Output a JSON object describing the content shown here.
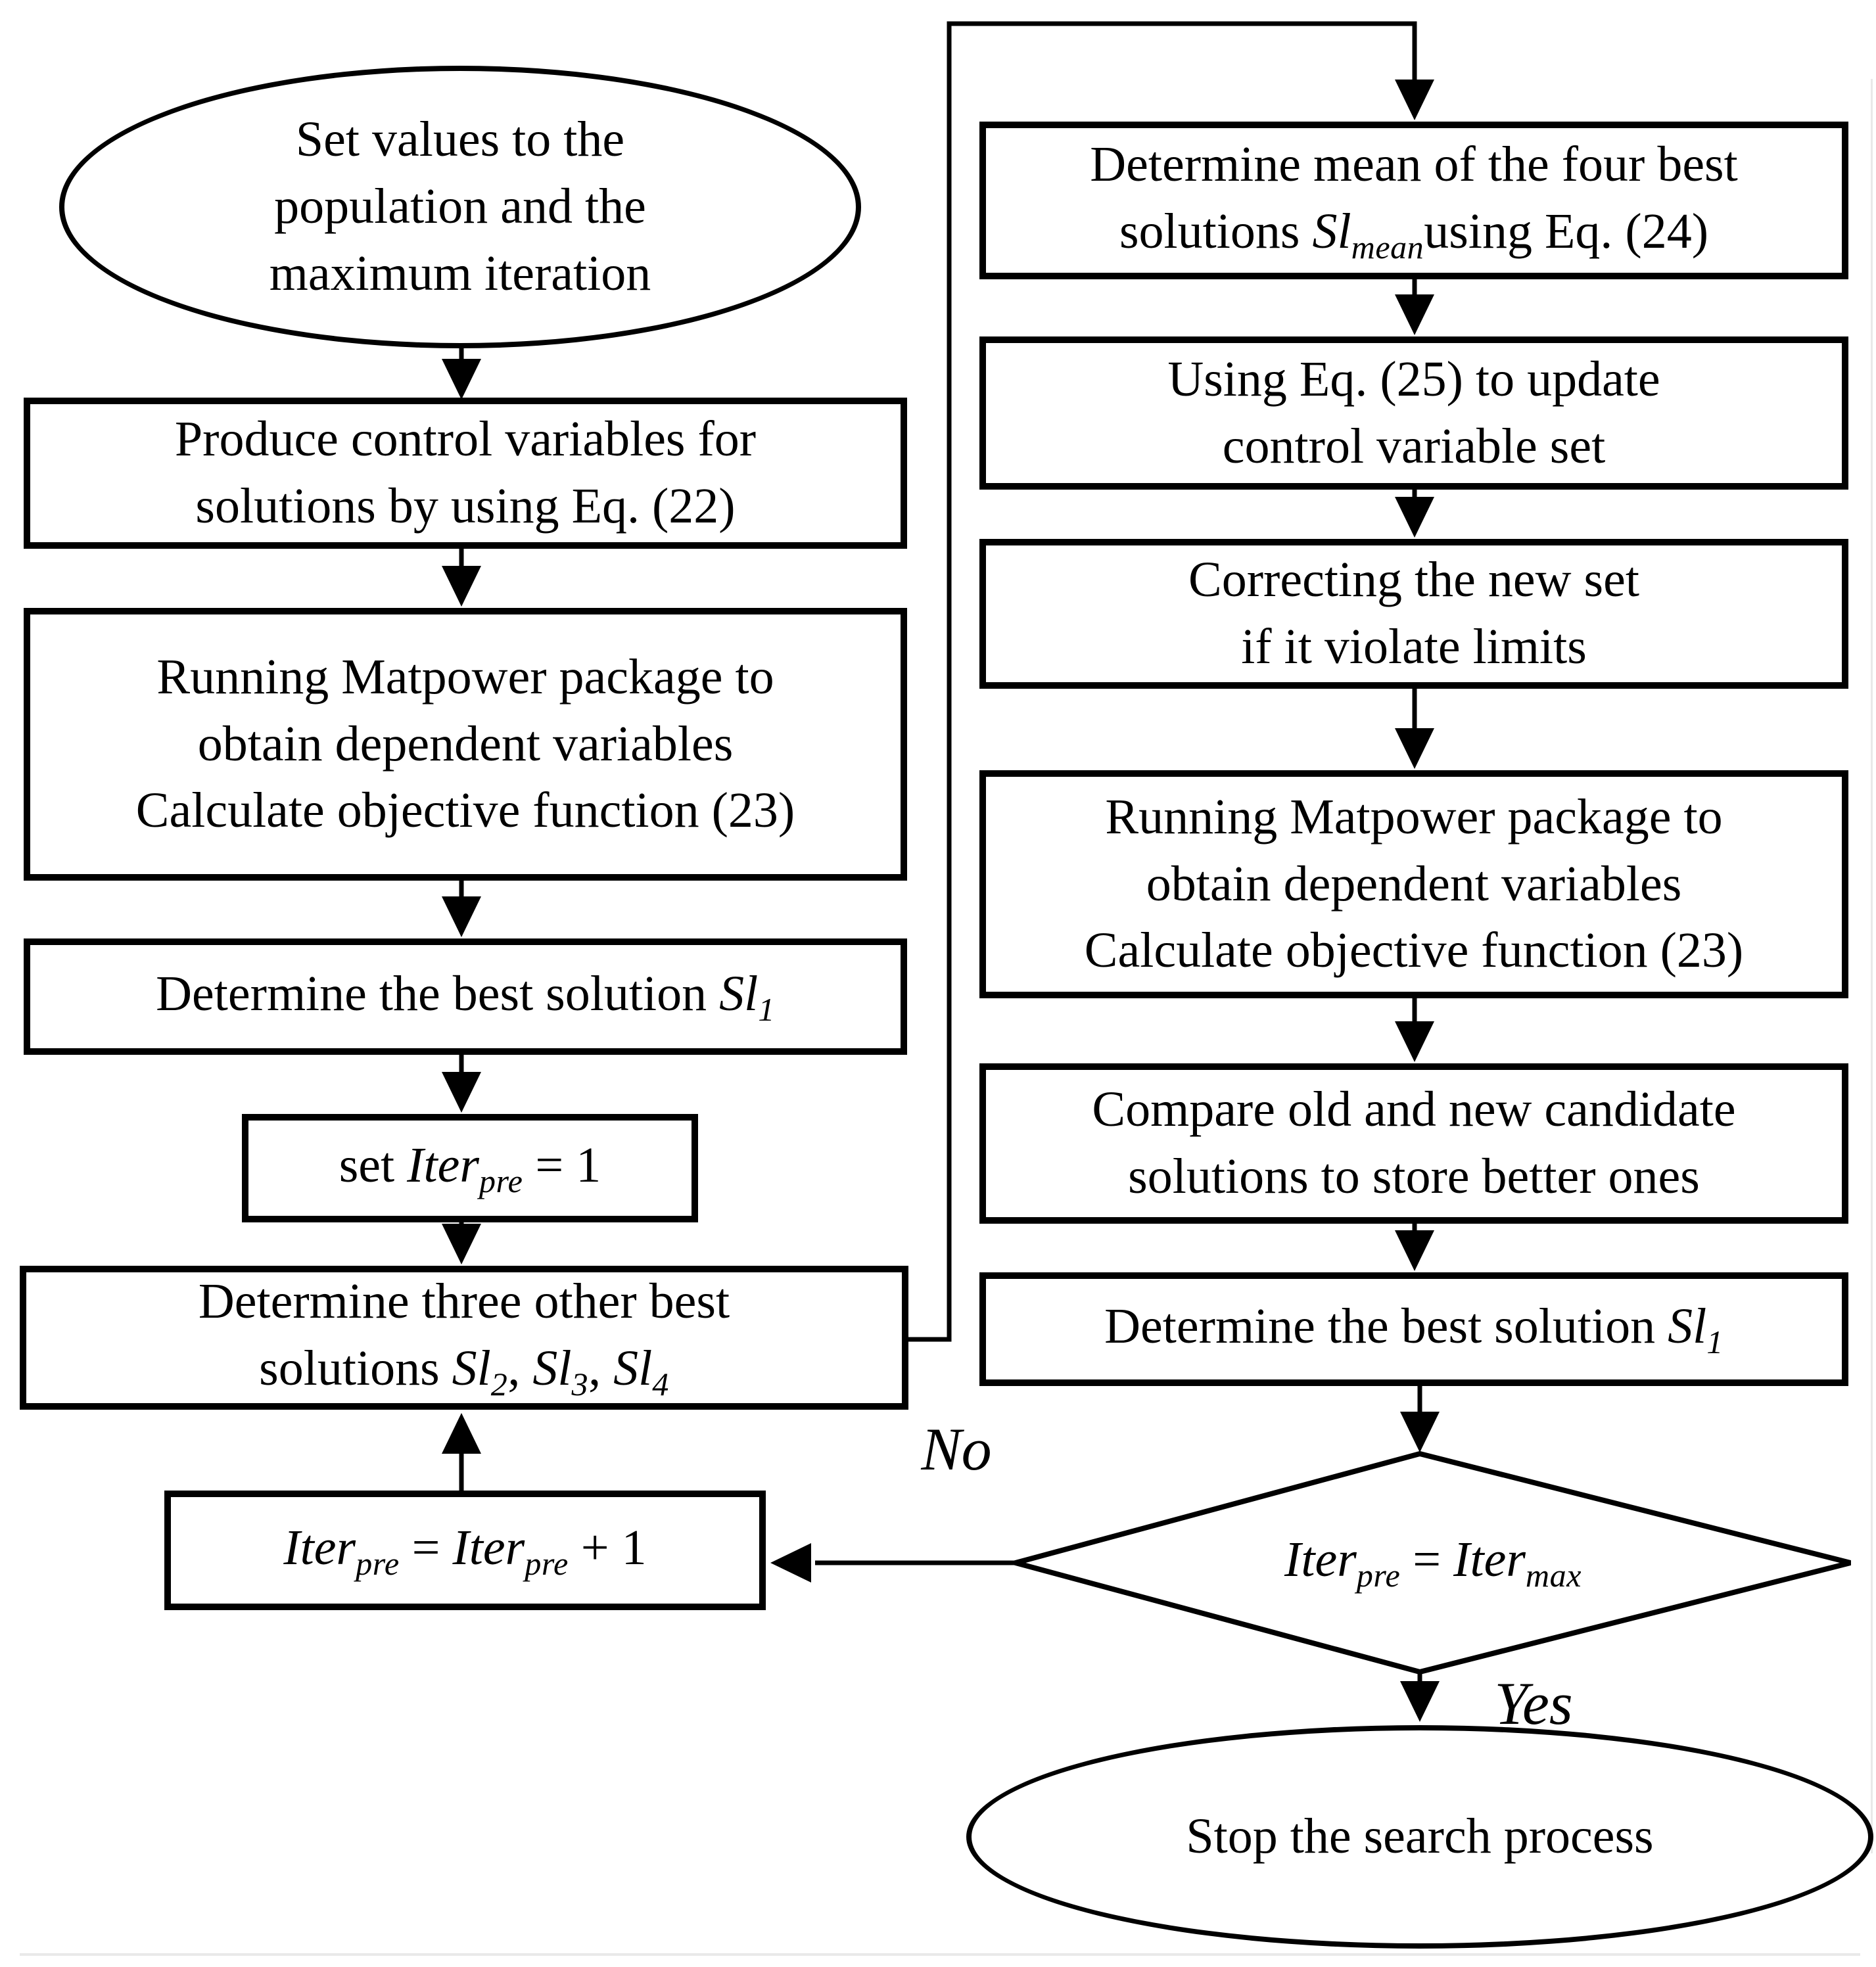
{
  "figure": {
    "type": "flowchart",
    "background_color": "#ffffff",
    "line_color": "#000000",
    "text_color": "#000000"
  },
  "labels": {
    "no": "No",
    "yes": "Yes"
  },
  "nodes": {
    "start": {
      "shape": "terminator",
      "lines": [
        "Set values to the",
        "population and the",
        "maximum iteration"
      ]
    },
    "produce": {
      "shape": "process",
      "lines": [
        "Produce control variables for",
        "solutions by using Eq. (22)"
      ]
    },
    "run_initial": {
      "shape": "process",
      "lines": [
        "Running Matpower package to",
        "obtain dependent variables",
        "Calculate objective function (23)"
      ]
    },
    "best_initial": {
      "shape": "process",
      "pre": "Determine the best solution ",
      "var": "Sl",
      "sub": "1"
    },
    "set_iter": {
      "shape": "process",
      "pre": "set ",
      "var": "Iter",
      "sub": "pre",
      "post": " = 1"
    },
    "three_best": {
      "shape": "process",
      "line1": "Determine three other best",
      "pre": "solutions ",
      "v1": "Sl",
      "s1": "2",
      "sep1": ", ",
      "v2": "Sl",
      "s2": "3",
      "sep2": ", ",
      "v3": "Sl",
      "s3": "4"
    },
    "iter_increment": {
      "shape": "process",
      "v1": "Iter",
      "s1": "pre",
      "mid": " = ",
      "v2": "Iter",
      "s2": "pre",
      "post": " + 1"
    },
    "mean": {
      "shape": "process",
      "line1": "Determine mean of the four best",
      "pre": "solutions ",
      "var": "Sl",
      "sub": "mean",
      "post": "using Eq. (24)"
    },
    "update": {
      "shape": "process",
      "lines": [
        "Using Eq. (25) to update",
        "control variable set"
      ]
    },
    "correct": {
      "shape": "process",
      "lines": [
        "Correcting the new set",
        "if it violate limits"
      ]
    },
    "run_new": {
      "shape": "process",
      "lines": [
        "Running Matpower package to",
        "obtain dependent variables",
        "Calculate objective function (23)"
      ]
    },
    "compare": {
      "shape": "process",
      "lines": [
        "Compare old and new candidate",
        "solutions to store better ones"
      ]
    },
    "best_new": {
      "shape": "process",
      "pre": "Determine the best solution ",
      "var": "Sl",
      "sub": "1"
    },
    "decision": {
      "shape": "decision",
      "v1": "Iter",
      "s1": "pre",
      "mid": " = ",
      "v2": "Iter",
      "s2": "max"
    },
    "stop": {
      "shape": "terminator",
      "lines": [
        "Stop the search process"
      ]
    }
  }
}
